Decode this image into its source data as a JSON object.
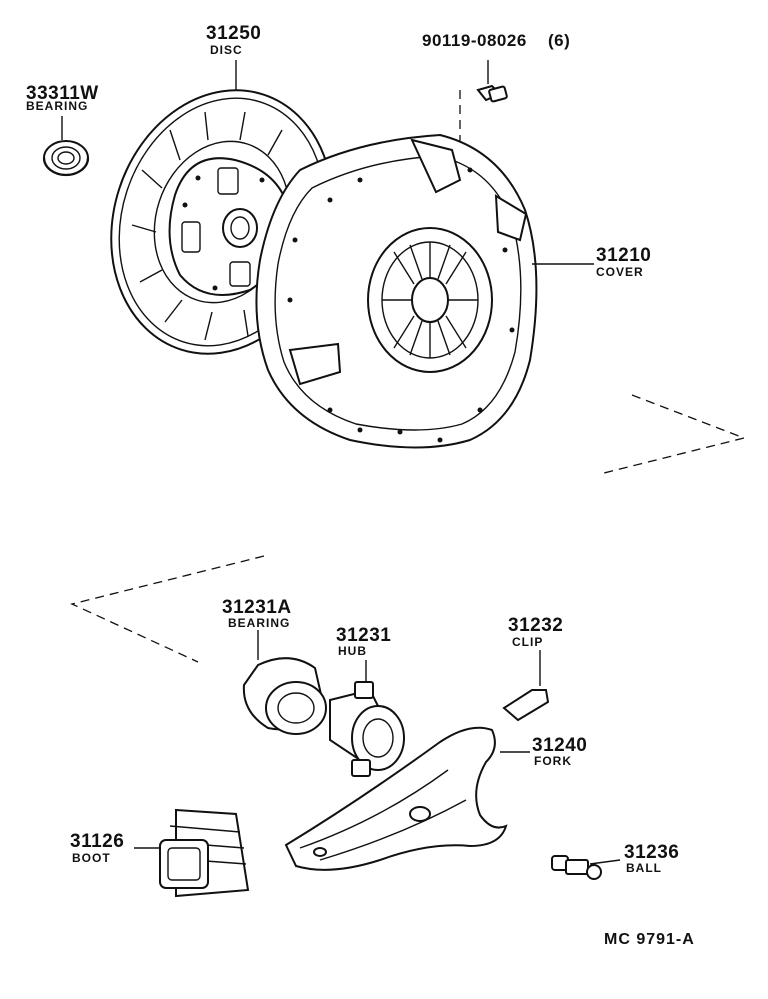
{
  "parts": {
    "bearing_33311w": {
      "number": "33311W",
      "name": "BEARING"
    },
    "disc": {
      "number": "31250",
      "name": "DISC"
    },
    "bolt": {
      "number": "90119-08026",
      "qty": "(6)"
    },
    "cover": {
      "number": "31210",
      "name": "COVER"
    },
    "release_bearing": {
      "number": "31231A",
      "name": "BEARING"
    },
    "hub": {
      "number": "31231",
      "name": "HUB"
    },
    "clip": {
      "number": "31232",
      "name": "CLIP"
    },
    "fork": {
      "number": "31240",
      "name": "FORK"
    },
    "boot": {
      "number": "31126",
      "name": "BOOT"
    },
    "ball": {
      "number": "31236",
      "name": "BALL"
    }
  },
  "reference_code": "MC 9791-A"
}
